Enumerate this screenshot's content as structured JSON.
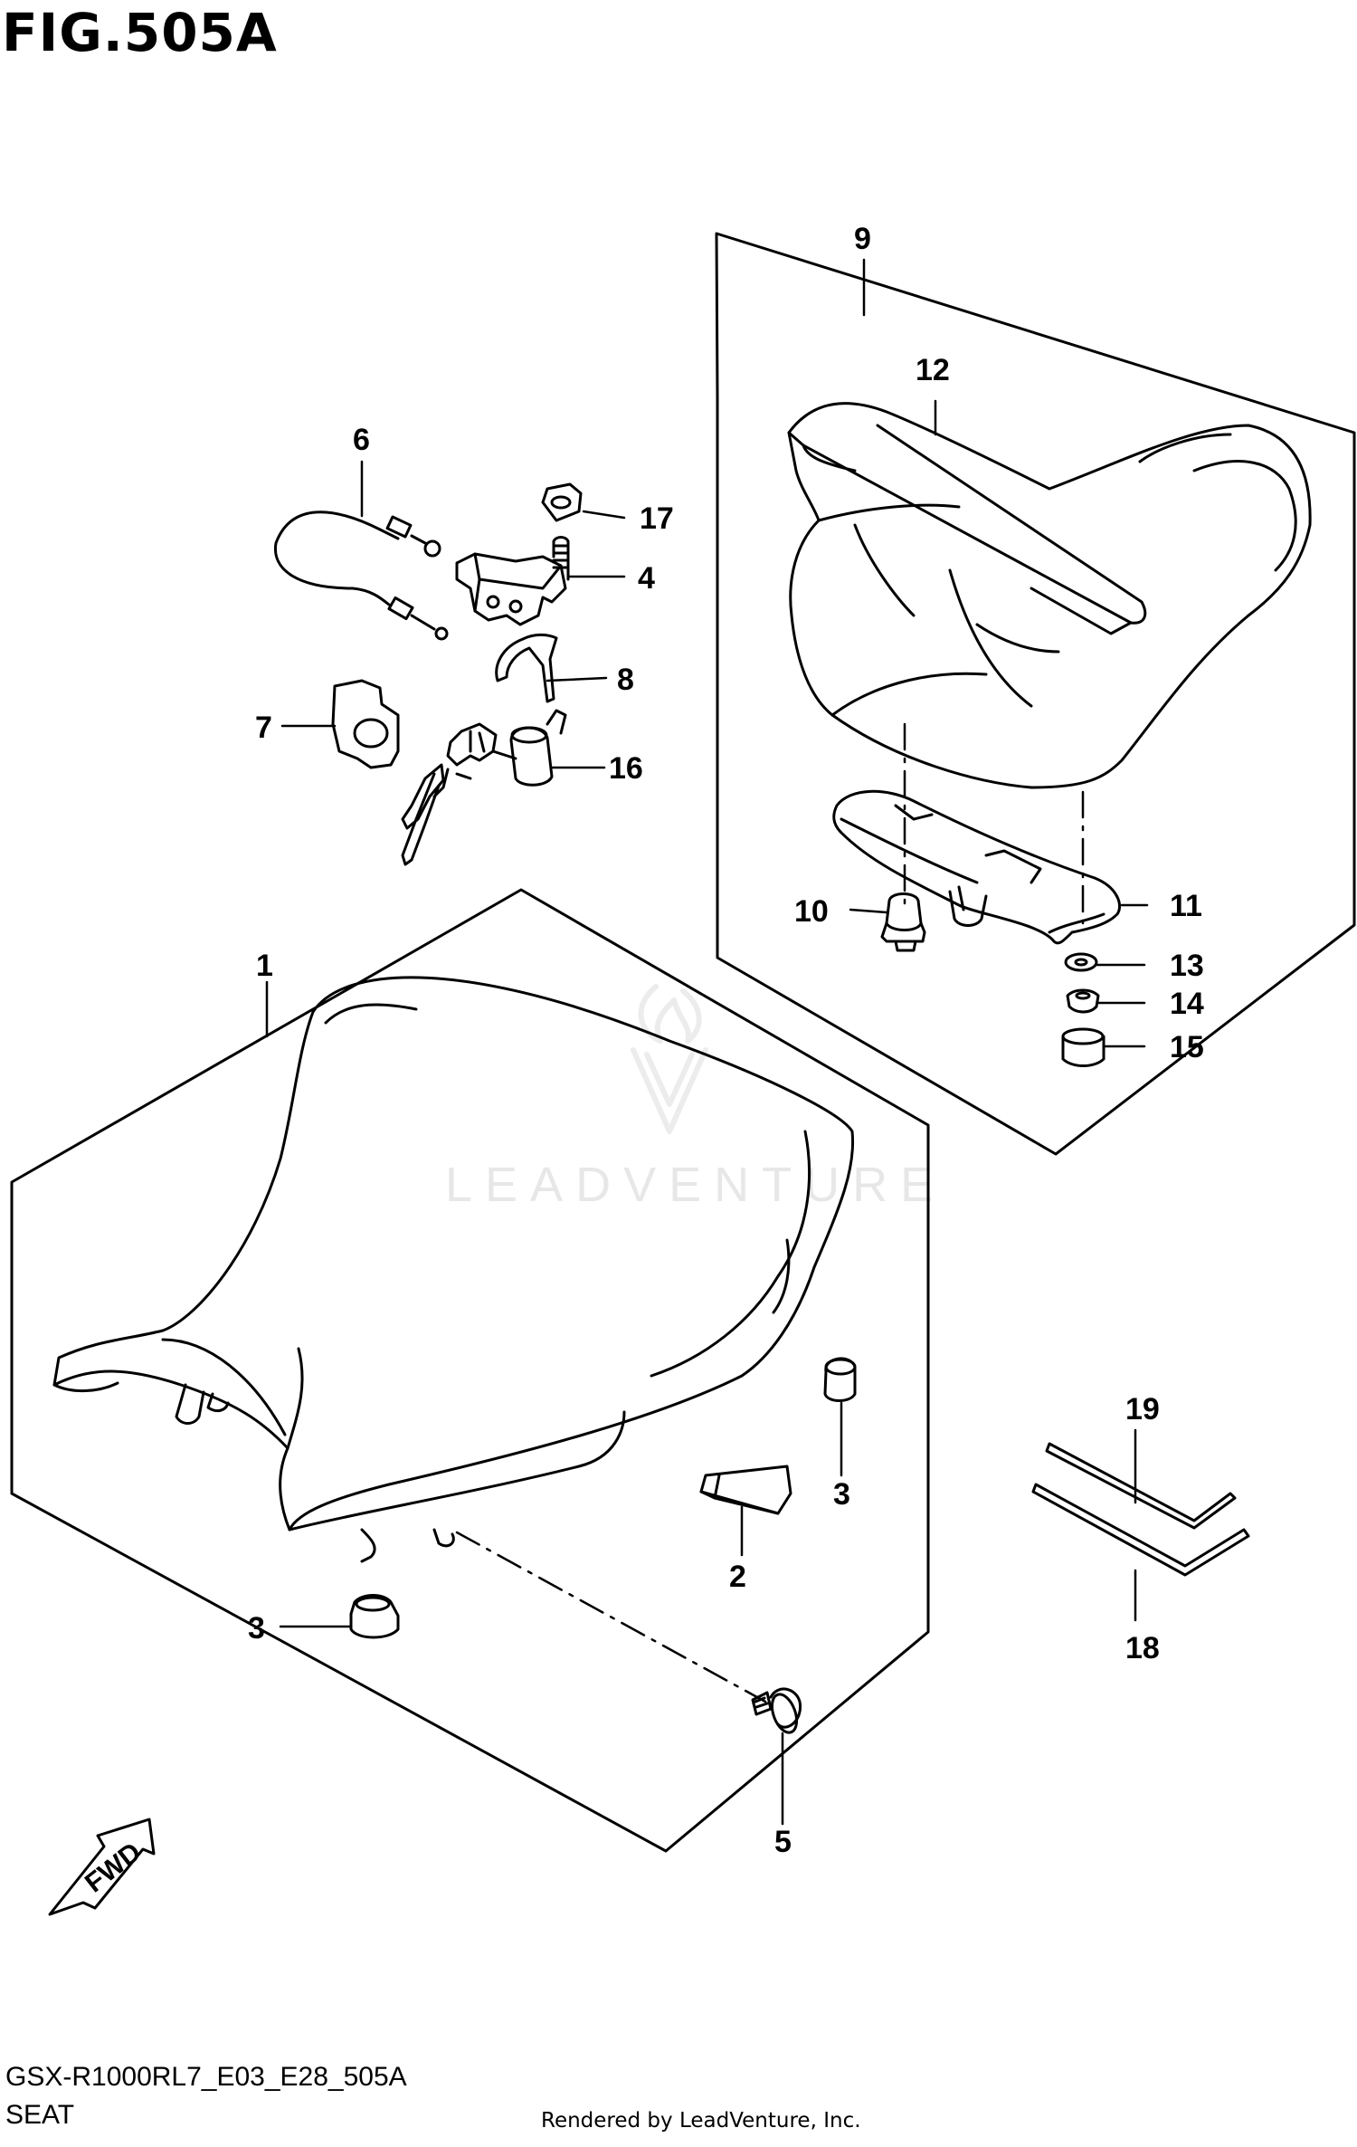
{
  "header": {
    "figure_title": "FIG.505A"
  },
  "footer": {
    "model_code": "GSX-R1000RL7_E03_E28_505A",
    "section_name": "SEAT",
    "rendered_by": "Rendered by LeadVenture, Inc."
  },
  "watermark": "LEADVENTURE",
  "fwd_label": "FWD",
  "callouts": [
    {
      "id": "c1",
      "label": "1"
    },
    {
      "id": "c2",
      "label": "2"
    },
    {
      "id": "c3a",
      "label": "3"
    },
    {
      "id": "c3b",
      "label": "3"
    },
    {
      "id": "c4",
      "label": "4"
    },
    {
      "id": "c5",
      "label": "5"
    },
    {
      "id": "c6",
      "label": "6"
    },
    {
      "id": "c7",
      "label": "7"
    },
    {
      "id": "c8",
      "label": "8"
    },
    {
      "id": "c9",
      "label": "9"
    },
    {
      "id": "c10",
      "label": "10"
    },
    {
      "id": "c11",
      "label": "11"
    },
    {
      "id": "c12",
      "label": "12"
    },
    {
      "id": "c13",
      "label": "13"
    },
    {
      "id": "c14",
      "label": "14"
    },
    {
      "id": "c15",
      "label": "15"
    },
    {
      "id": "c16",
      "label": "16"
    },
    {
      "id": "c17",
      "label": "17"
    },
    {
      "id": "c18",
      "label": "18"
    },
    {
      "id": "c19",
      "label": "19"
    }
  ]
}
